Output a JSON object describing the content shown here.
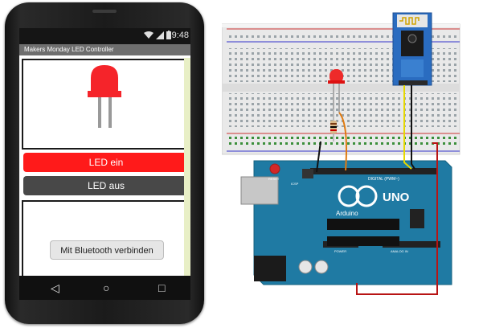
{
  "status_bar": {
    "time": "9:48"
  },
  "app": {
    "title": "Makers Monday LED Controller"
  },
  "buttons": {
    "led_on": "LED ein",
    "led_off": "LED aus",
    "bluetooth": "Mit Bluetooth verbinden"
  },
  "nav": {
    "back": "◁",
    "home": "○",
    "recents": "□"
  },
  "icons": [
    "wifi-icon",
    "signal-icon",
    "battery-icon",
    "led-icon",
    "back-icon",
    "home-icon",
    "recents-icon",
    "reset-button"
  ],
  "circuit": {
    "arduino_brand": "UNO",
    "arduino_sub": "Arduino",
    "digital_label": "DIGITAL (PWM~)",
    "reset_label": "RESET",
    "icsp_label": "ICSP",
    "power_label": "POWER",
    "analog_label": "ANALOG IN"
  },
  "colors": {
    "led_red": "#f5242a",
    "button_on": "#ff1a1a",
    "button_off": "#484848",
    "arduino_blue": "#1f7aa3",
    "bt_module_blue": "#2a6cc0"
  }
}
